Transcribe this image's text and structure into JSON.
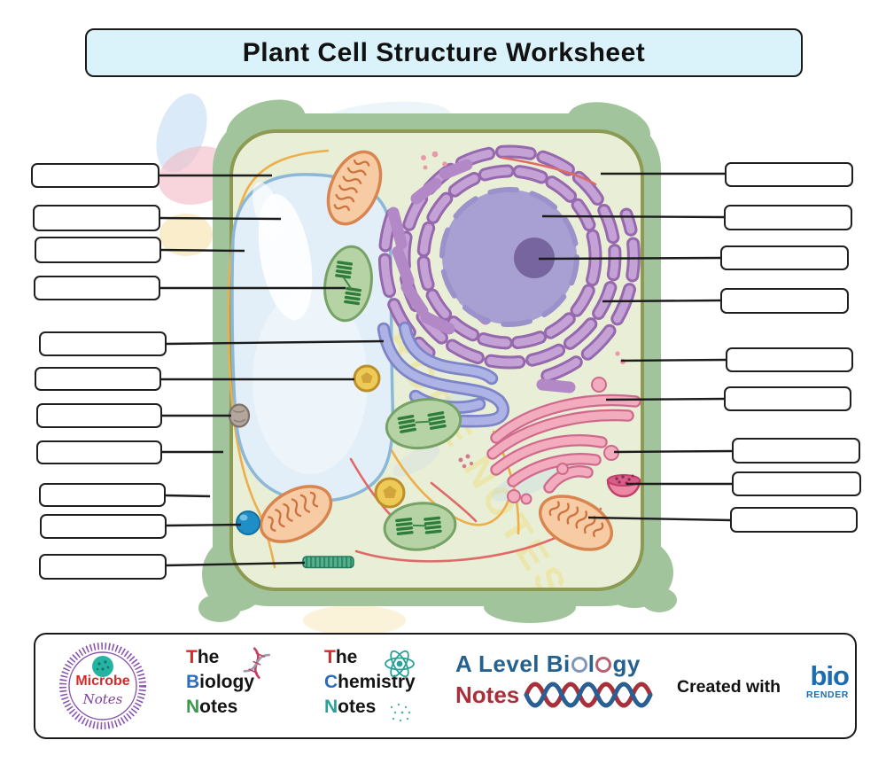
{
  "title": "Plant Cell Structure Worksheet",
  "worksheet": {
    "left_labels": [
      "",
      "",
      "",
      "",
      "",
      "",
      "",
      "",
      "",
      "",
      ""
    ],
    "right_labels": [
      "",
      "",
      "",
      "",
      "",
      "",
      "",
      "",
      ""
    ]
  },
  "footer": {
    "microbe": {
      "name": "Microbe",
      "notes": "Notes"
    },
    "biology": {
      "the_initial": "T",
      "the_rest": "he",
      "l2_initial": "B",
      "l2_rest": "iology",
      "l3_initial": "N",
      "l3_rest": "otes"
    },
    "chemistry": {
      "the_initial": "T",
      "the_rest": "he",
      "l2_initial": "C",
      "l2_rest": "hemistry",
      "l3_initial": "N",
      "l3_rest": "otes"
    },
    "alevel": {
      "part1": "A Level Bi",
      "part2": "l",
      "part3": "gy",
      "notes": "Notes"
    },
    "created_with": "Created with",
    "biorender": {
      "bio": "bio",
      "render": "RENDER"
    }
  },
  "icons": {
    "microbe_logo": "microbe-notes-logo",
    "dna": "dna-icon",
    "atom": "atom-icon",
    "helix": "dna-helix-icon"
  },
  "colors": {
    "title_bg": "#daf2fa",
    "cell_wall": "#a2c49c",
    "plasma_membrane": "#8c9a52",
    "cytoplasm": "#e9eed6",
    "vacuole_fill": "#e3eff8",
    "vacuole_edge": "#8cb8d8",
    "nucleus": "#a8a0d2",
    "nucleolus": "#76659f",
    "rough_er": "#b388c6",
    "smooth_er": "#adb3e5",
    "golgi": "#f3abbe",
    "mitochondrion": "#f7cba3",
    "chloroplast": "#b5d3a4",
    "peroxisome": "#eecb56",
    "blue_vesicle": "#1f8dc6",
    "watermark_yellow": "#f1d54a"
  }
}
